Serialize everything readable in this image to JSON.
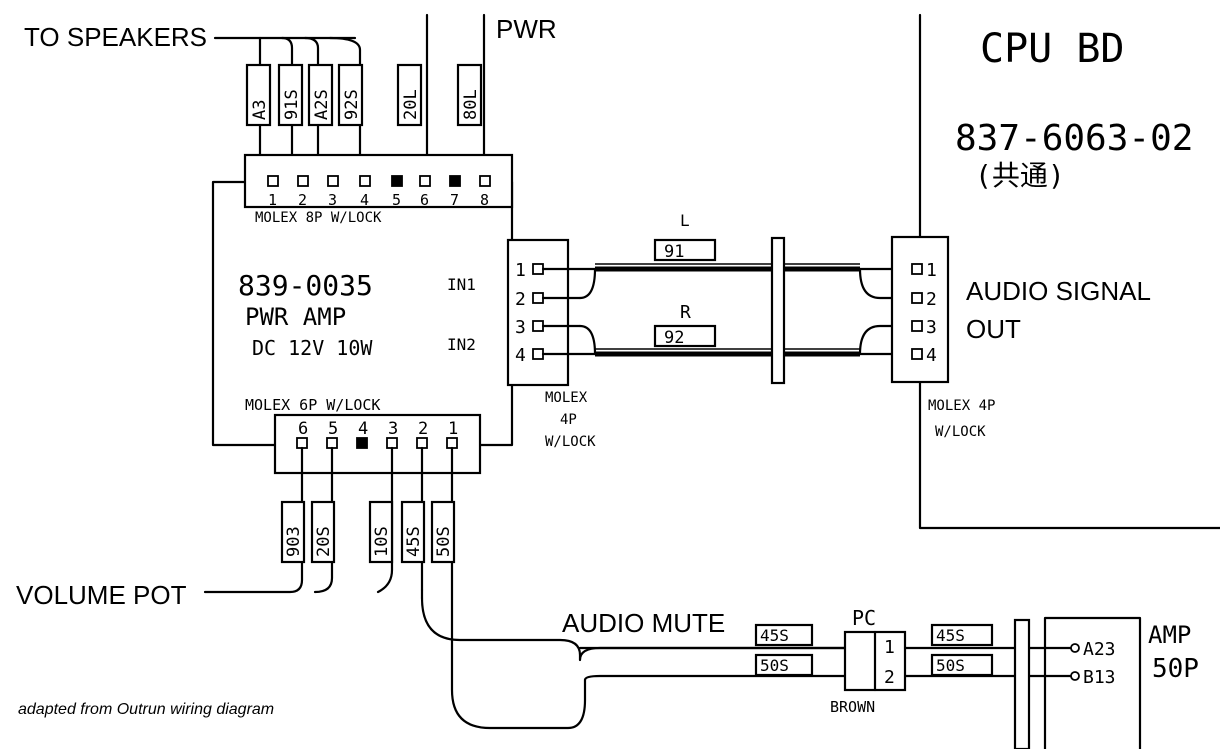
{
  "labels": {
    "to_speakers": "TO SPEAKERS",
    "pwr": "PWR",
    "audio_signal_out_1": "AUDIO SIGNAL",
    "audio_signal_out_2": "OUT",
    "volume_pot": "VOLUME POT",
    "audio_mute": "AUDIO MUTE",
    "caption": "adapted from Outrun wiring diagram"
  },
  "cpu_board": {
    "title": "CPU BD",
    "part_number": "837-6063-02",
    "note": "(共通)"
  },
  "power_amp": {
    "part_number": "839-0035",
    "name": "PWR AMP",
    "spec": "DC 12V 10W",
    "in1": "IN1",
    "in2": "IN2"
  },
  "connectors": {
    "molex_8p": {
      "label": "MOLEX 8P W/LOCK",
      "pins": [
        "1",
        "2",
        "3",
        "4",
        "5",
        "6",
        "7",
        "8"
      ],
      "wires": [
        "A3",
        "91S",
        "A2S",
        "92S",
        "",
        "20L",
        "",
        "80L"
      ]
    },
    "molex_6p": {
      "label": "MOLEX 6P W/LOCK",
      "pins": [
        "6",
        "5",
        "4",
        "3",
        "2",
        "1"
      ],
      "wires": [
        "903",
        "20S",
        "",
        "10S",
        "45S",
        "50S"
      ]
    },
    "molex_4p_amp": {
      "label_1": "MOLEX",
      "label_2": "4P",
      "label_3": "W/LOCK",
      "pins": [
        "1",
        "2",
        "3",
        "4"
      ]
    },
    "molex_4p_cpu": {
      "label_1": "MOLEX 4P",
      "label_2": "W/LOCK",
      "pins": [
        "1",
        "2",
        "3",
        "4"
      ]
    },
    "pc": {
      "label": "PC",
      "color": "BROWN",
      "pins": [
        "1",
        "2"
      ]
    }
  },
  "signal_cable": {
    "left_label": "L",
    "left_wire": "91",
    "right_label": "R",
    "right_wire": "92"
  },
  "mute_wires": {
    "left": [
      "45S",
      "50S"
    ],
    "right": [
      "45S",
      "50S"
    ]
  },
  "amp_50p": {
    "pins": [
      "A23",
      "B13"
    ],
    "label_1": "AMP",
    "label_2": "50P"
  }
}
